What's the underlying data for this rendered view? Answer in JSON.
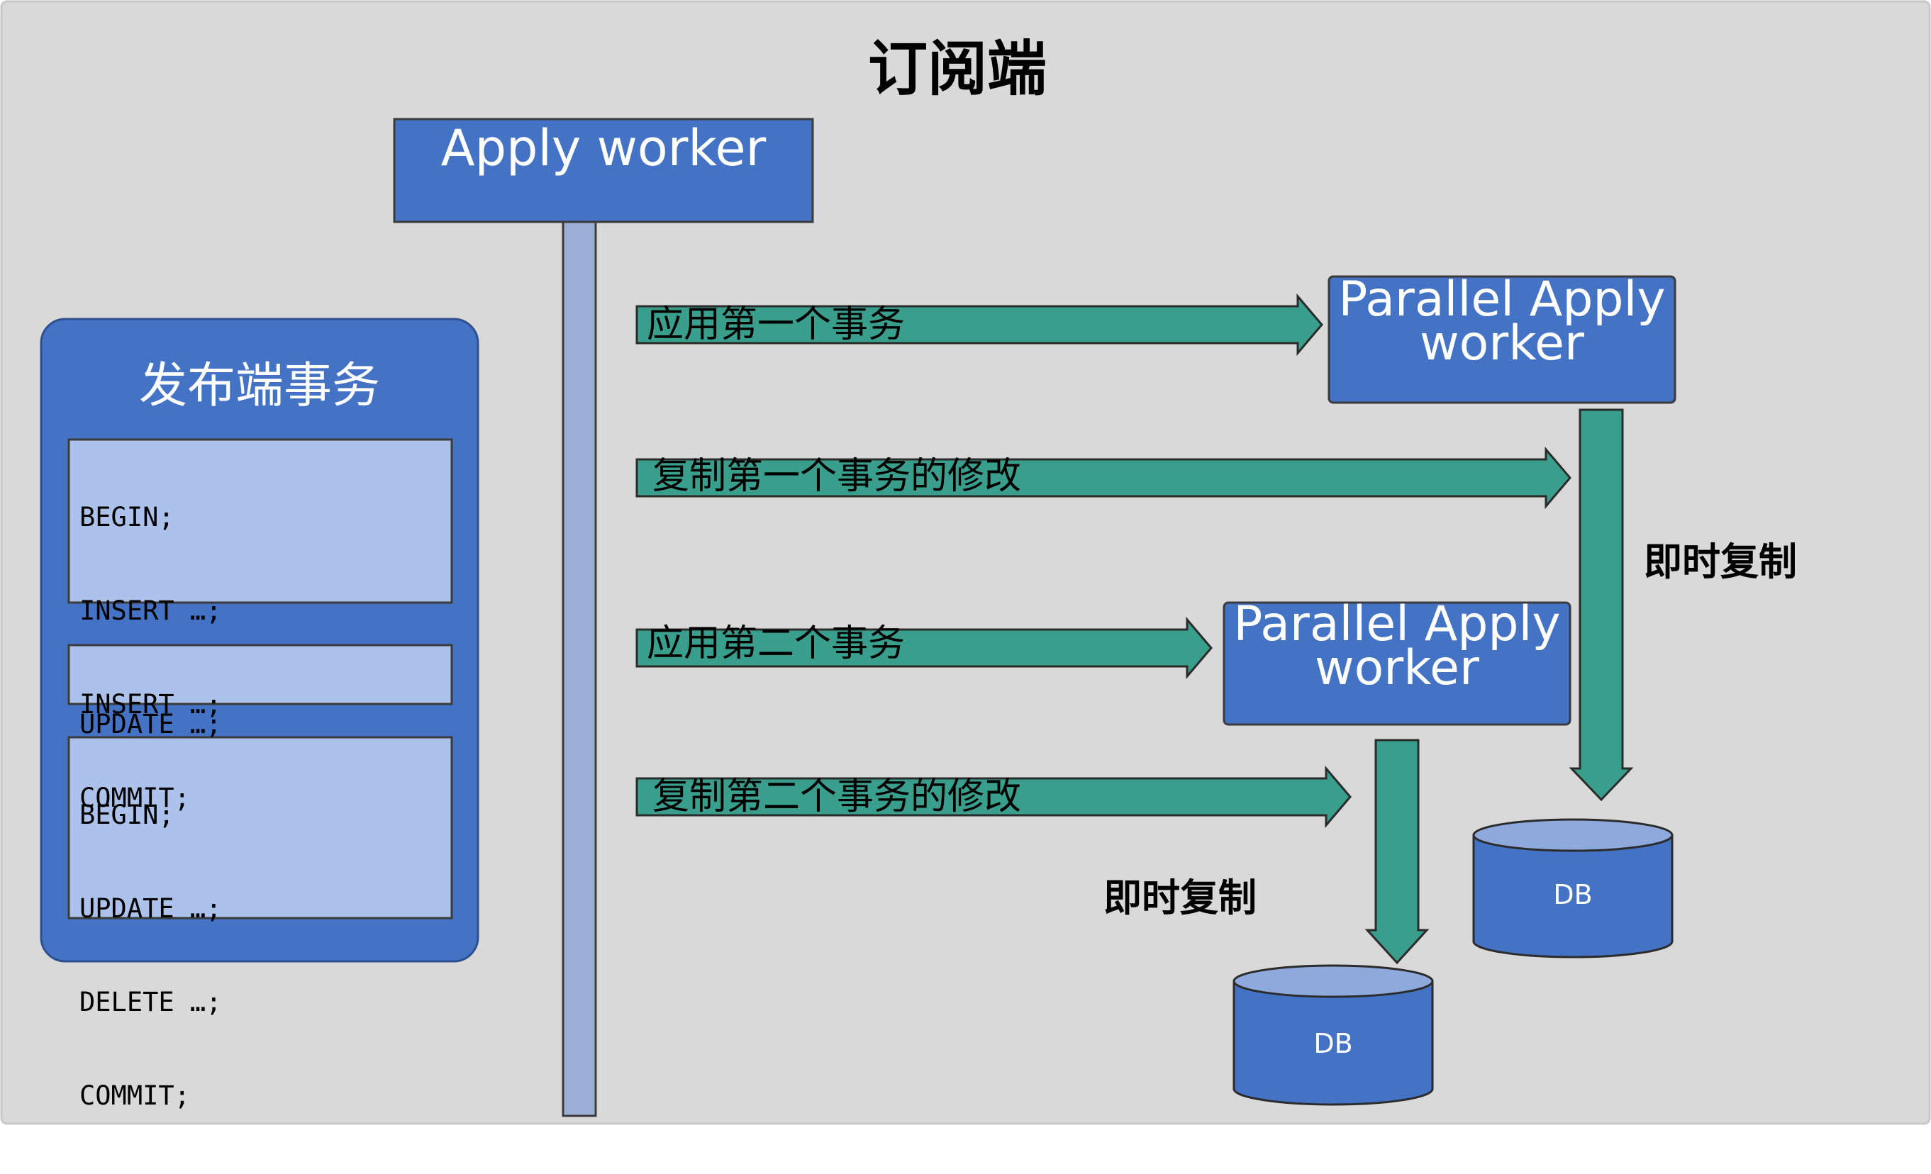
{
  "title": "订阅端",
  "apply_worker": {
    "label": "Apply worker"
  },
  "publisher": {
    "title": "发布端事务",
    "transactions": [
      {
        "lines": [
          "BEGIN;",
          "INSERT …;",
          "INSERT …;",
          "COMMIT;"
        ]
      },
      {
        "lines": [
          "UPDATE …;"
        ]
      },
      {
        "lines": [
          "BEGIN;",
          "UPDATE …;",
          "DELETE …;",
          "COMMIT;"
        ]
      }
    ]
  },
  "arrows": [
    {
      "label": "应用第一个事务"
    },
    {
      "label": "复制第一个事务的修改"
    },
    {
      "label": "应用第二个事务"
    },
    {
      "label": "复制第二个事务的修改"
    }
  ],
  "parallel_workers": [
    {
      "line1": "Parallel Apply",
      "line2": "worker"
    },
    {
      "line1": "Parallel Apply",
      "line2": "worker"
    }
  ],
  "immediate_copy_labels": [
    "即时复制",
    "即时复制"
  ],
  "databases": [
    {
      "label": "DB"
    },
    {
      "label": "DB"
    }
  ],
  "colors": {
    "background": "#d9d9d9",
    "block_blue": "#4472c4",
    "light_blue": "#adc2eb",
    "timeline": "#9caed4",
    "arrow_green": "#3a9e8c"
  }
}
